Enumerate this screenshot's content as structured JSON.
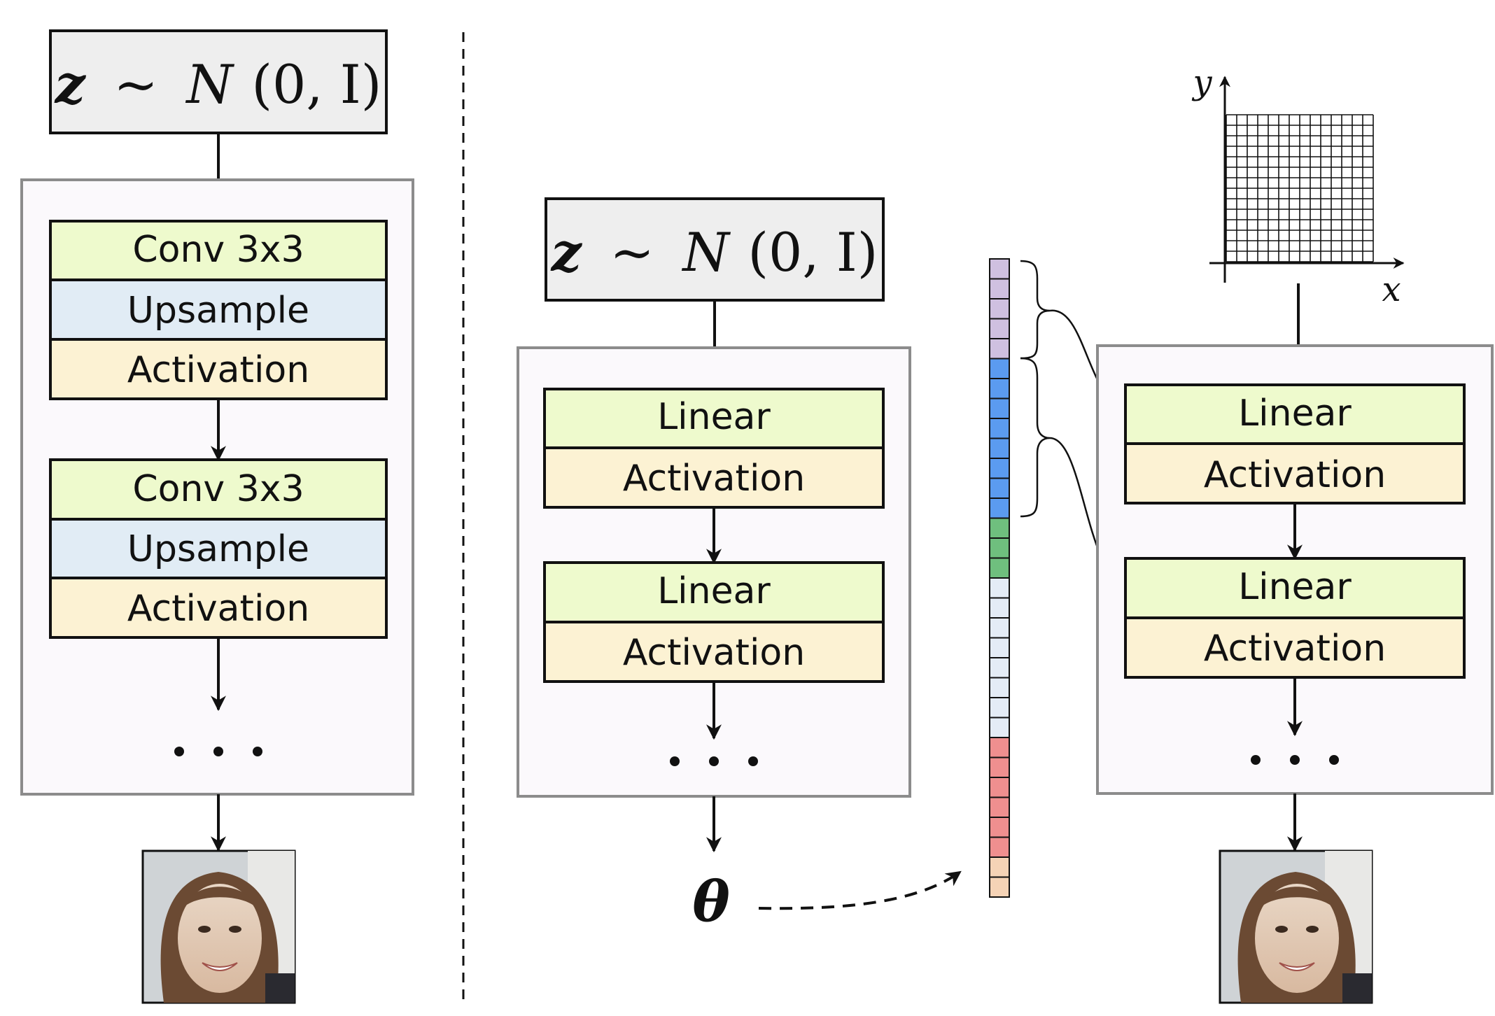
{
  "colors": {
    "linear": "#eefacd",
    "conv": "#eefacd",
    "upsample": "#e1ecf5",
    "activation": "#fcf2d3",
    "input_box": "#eeeeee",
    "container": "#fbf9fc",
    "vector_purple": "#cfc0e0",
    "vector_blue": "#5b9bf0",
    "vector_green": "#6fbf7e",
    "vector_lightblue": "#e4ecf6",
    "vector_red": "#ef8f8f",
    "vector_peach": "#f5d3b6"
  },
  "latent": {
    "z": "z",
    "sim": "~",
    "normal": "N",
    "args": "(0, I)"
  },
  "left_network": {
    "blocks": [
      {
        "conv": "Conv 3x3",
        "upsample": "Upsample",
        "activation": "Activation"
      },
      {
        "conv": "Conv 3x3",
        "upsample": "Upsample",
        "activation": "Activation"
      }
    ],
    "ellipsis": "· · ·"
  },
  "hyper_network": {
    "blocks": [
      {
        "linear": "Linear",
        "activation": "Activation"
      },
      {
        "linear": "Linear",
        "activation": "Activation"
      }
    ],
    "ellipsis": "· · ·",
    "output": "θ"
  },
  "target_network": {
    "blocks": [
      {
        "linear": "Linear",
        "activation": "Activation"
      },
      {
        "linear": "Linear",
        "activation": "Activation"
      }
    ],
    "ellipsis": "· · ·",
    "grid_axis_x": "x",
    "grid_axis_y": "y"
  },
  "parameter_vector": {
    "segments": [
      {
        "color": "vector_purple",
        "cells": 5
      },
      {
        "color": "vector_blue",
        "cells": 8
      },
      {
        "color": "vector_green",
        "cells": 3
      },
      {
        "color": "vector_lightblue",
        "cells": 8
      },
      {
        "color": "vector_red",
        "cells": 6
      },
      {
        "color": "vector_peach",
        "cells": 2
      }
    ]
  },
  "outputs": {
    "left_image": "generated-face-image",
    "right_image": "generated-face-image"
  }
}
